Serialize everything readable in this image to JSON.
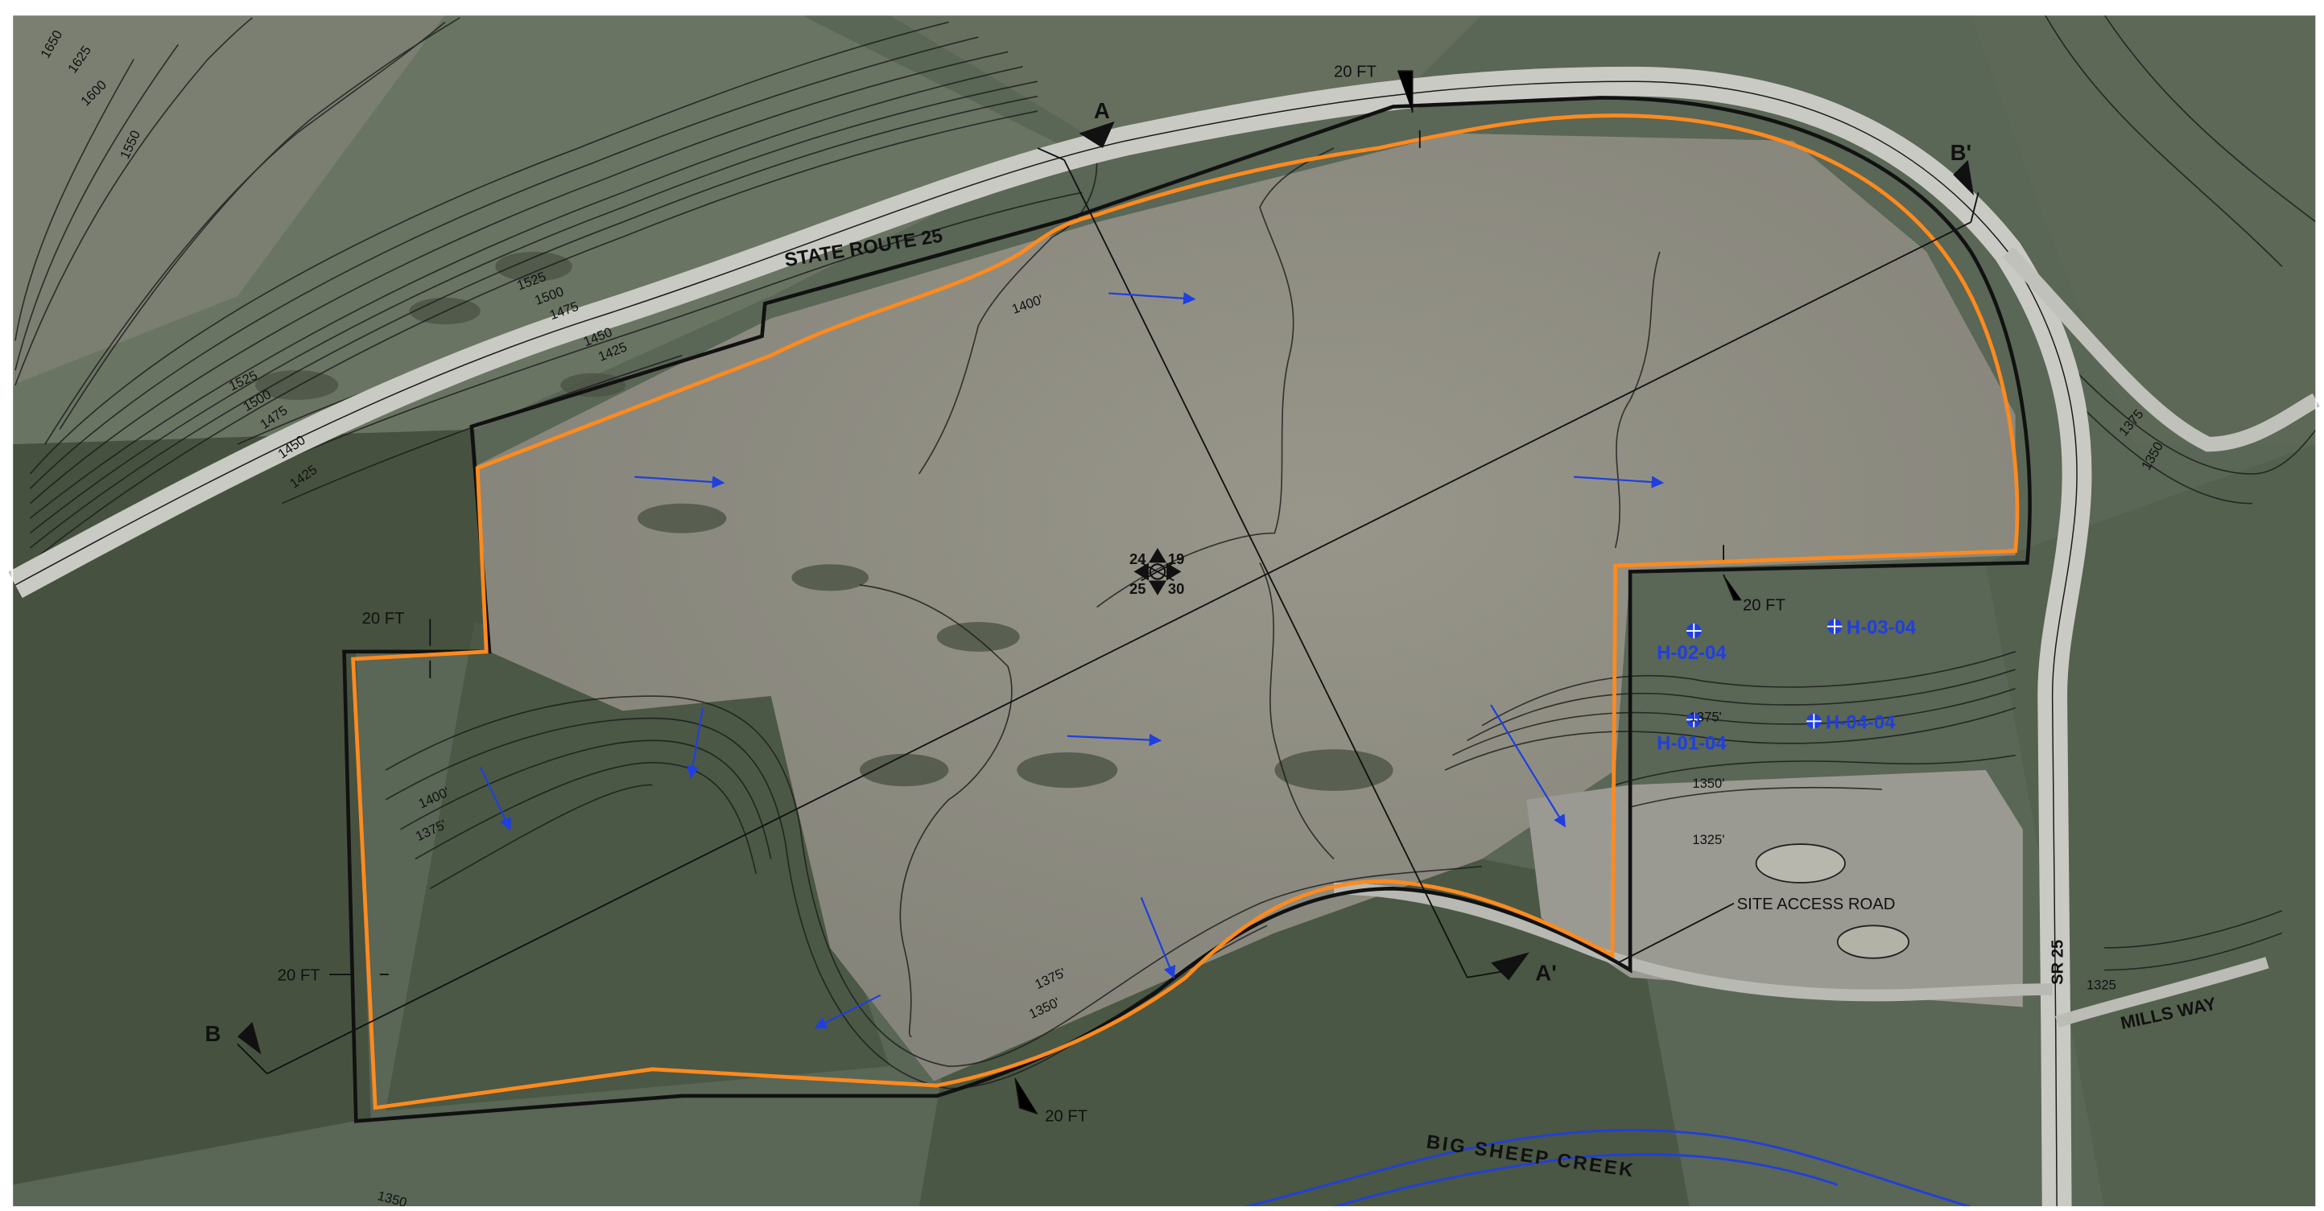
{
  "labels": {
    "state_route": "STATE ROUTE 25",
    "big_sheep_creek": "BIG SHEEP CREEK",
    "site_access_road": "SITE ACCESS ROAD",
    "mills_way": "MILLS WAY",
    "sr25": "SR 25"
  },
  "section_markers": {
    "a_top": "A",
    "a_bottom": "A'",
    "b_left": "B",
    "b_right": "B'"
  },
  "dimension_labels": {
    "top": "20 FT",
    "left": "20 FT",
    "right": "20 FT",
    "bottom_left": "20 FT",
    "bottom": "20 FT"
  },
  "section_corner": {
    "nw": "24",
    "ne": "19",
    "sw": "25",
    "se": "30"
  },
  "boreholes": [
    {
      "id": "H-02-04"
    },
    {
      "id": "H-03-04"
    },
    {
      "id": "H-01-04"
    },
    {
      "id": "H-04-04"
    }
  ],
  "contour_labels": {
    "c1650": "1650",
    "c1625": "1625",
    "c1600": "1600",
    "c1550": "1550",
    "c1525": "1525",
    "c1500": "1500",
    "c1475": "1475",
    "c1450": "1450",
    "c1425": "1425",
    "c1525b": "1525",
    "c1500b": "1500",
    "c1475b": "1475",
    "c1450b": "1450",
    "c1425b": "1425",
    "c1400": "1400'",
    "c1400b": "1400'",
    "c1375": "1375'",
    "c1375b": "1375'",
    "c1350": "1350'",
    "c1325": "1325'",
    "c1375c": "1375'",
    "c1350c": "1350'",
    "c1375e": "1375",
    "c1350e": "1350",
    "c1325e": "1325",
    "c1350f": "1350"
  },
  "colors": {
    "property_boundary": "#ff8a1e",
    "parcel_outline": "#111111",
    "creek": "#1f3fe0",
    "flow_arrow": "#1f3fe0",
    "road": "#b9bbb6",
    "meadow": "#8f8d80",
    "forest": "#4f5a4b"
  }
}
